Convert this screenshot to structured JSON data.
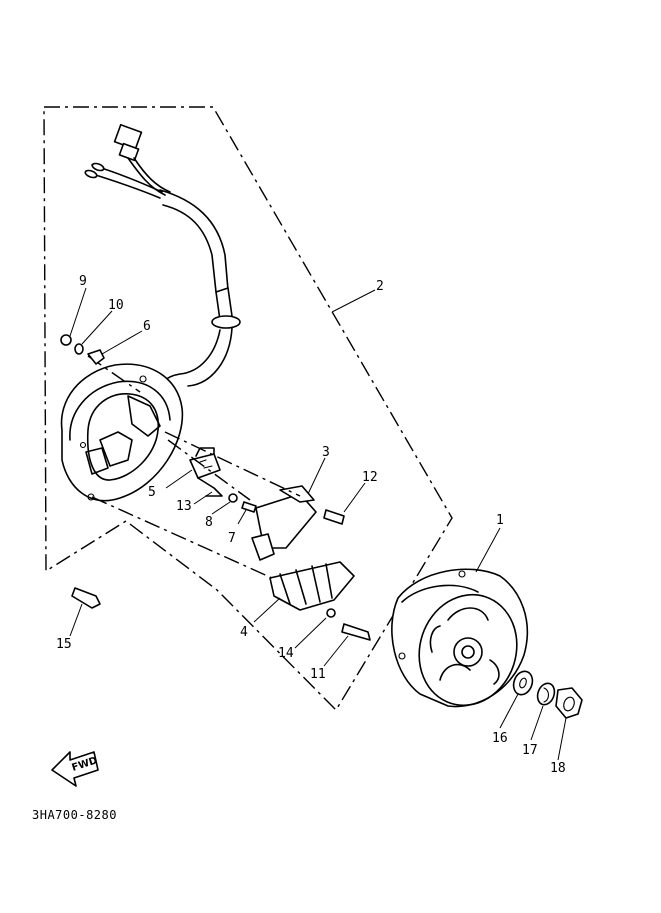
{
  "diagram": {
    "part_code": "3HA700-8280",
    "fwd_label": "FWD",
    "callouts": [
      {
        "id": "c1",
        "label": "1"
      },
      {
        "id": "c2",
        "label": "2"
      },
      {
        "id": "c3",
        "label": "3"
      },
      {
        "id": "c4",
        "label": "4"
      },
      {
        "id": "c5",
        "label": "5"
      },
      {
        "id": "c6",
        "label": "6"
      },
      {
        "id": "c7",
        "label": "7"
      },
      {
        "id": "c8",
        "label": "8"
      },
      {
        "id": "c9",
        "label": "9"
      },
      {
        "id": "c10",
        "label": "10"
      },
      {
        "id": "c11",
        "label": "11"
      },
      {
        "id": "c12",
        "label": "12"
      },
      {
        "id": "c13",
        "label": "13"
      },
      {
        "id": "c14",
        "label": "14"
      },
      {
        "id": "c15",
        "label": "15"
      },
      {
        "id": "c16",
        "label": "16"
      },
      {
        "id": "c17",
        "label": "17"
      },
      {
        "id": "c18",
        "label": "18"
      }
    ]
  }
}
